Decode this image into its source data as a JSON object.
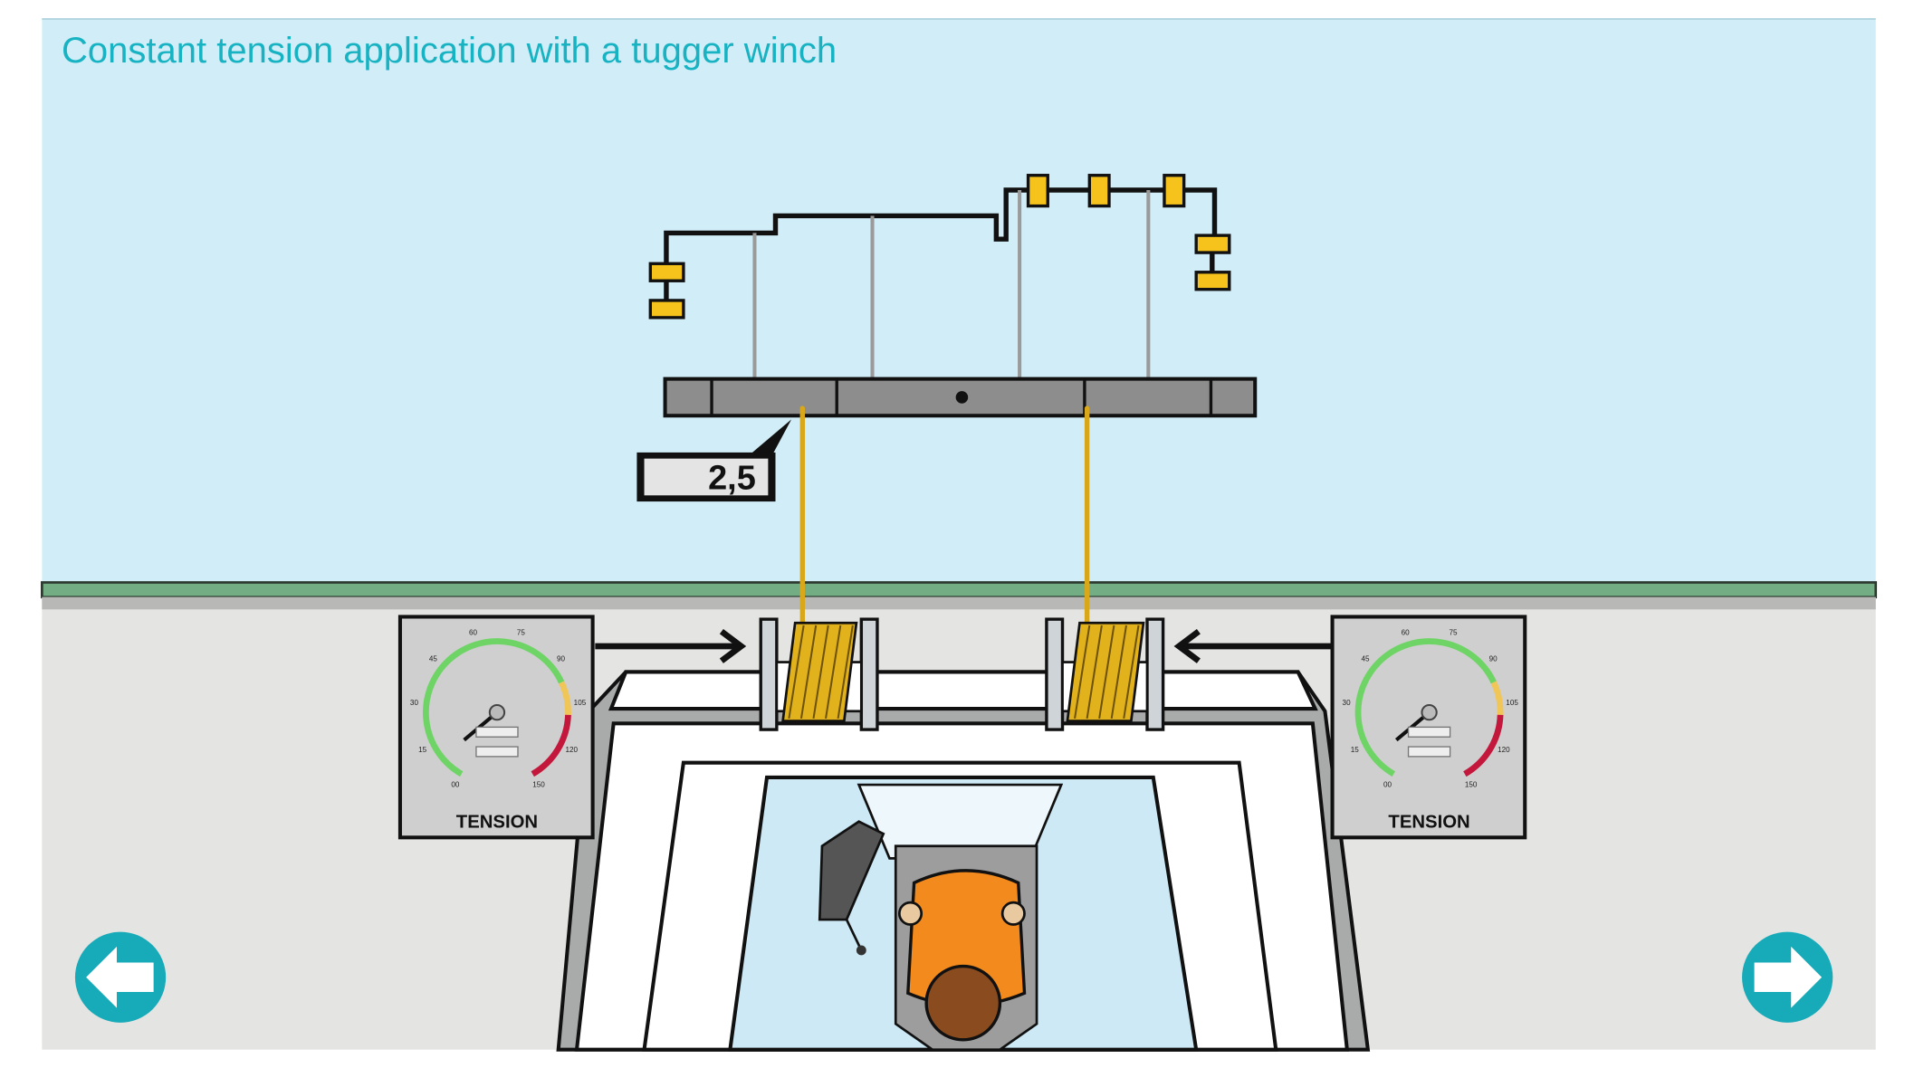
{
  "title": "Constant tension application with a tugger winch",
  "display": {
    "value": "2,5"
  },
  "gauges": [
    {
      "label": "TENSION",
      "ticks": [
        "00",
        "15",
        "30",
        "45",
        "60",
        "75",
        "90",
        "105",
        "120",
        "150"
      ],
      "needle_value": 10
    },
    {
      "label": "TENSION",
      "ticks": [
        "00",
        "15",
        "30",
        "45",
        "60",
        "75",
        "90",
        "105",
        "120",
        "150"
      ],
      "needle_value": 10
    }
  ],
  "nav": {
    "back": "arrow-left-icon",
    "next": "arrow-right-icon"
  },
  "colors": {
    "accent": "#17b3c2",
    "sky": "#d1edf8",
    "floor": "#e4e4e2",
    "block": "#f6c21c",
    "wire": "#d9a81a"
  }
}
